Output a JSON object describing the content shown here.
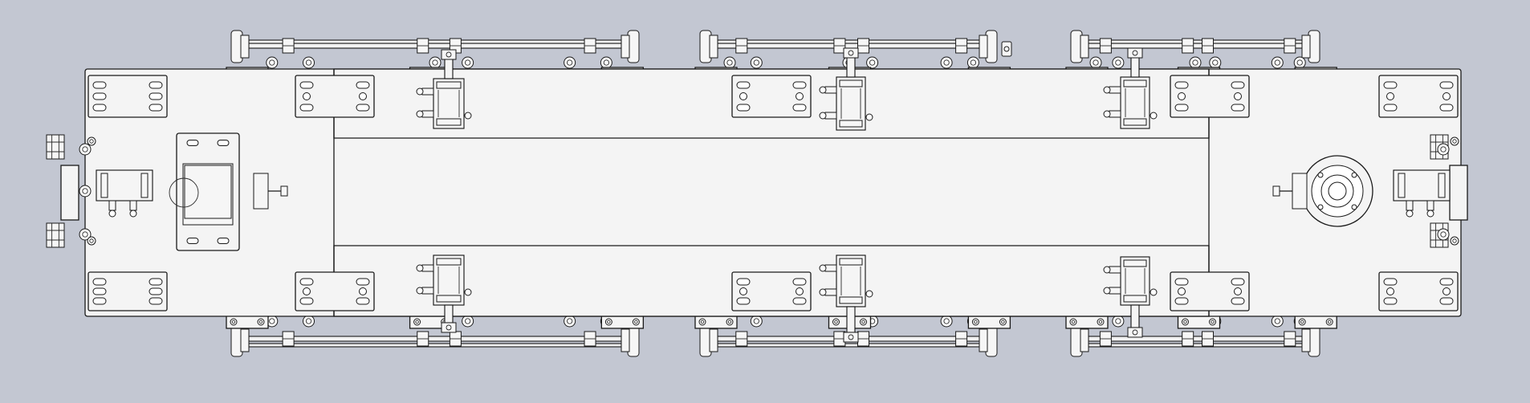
{
  "colors": {
    "background": "#c3c7d2",
    "part_fill": "#f4f4f4",
    "line": "#1a1a1a",
    "rod_highlight": "#e8e86a",
    "motor_body": "#0d0d0d"
  },
  "scene": {
    "rail_modules": [
      "left",
      "center",
      "right"
    ],
    "cylinder_stations": 6,
    "end_stations": [
      "left-motor",
      "right-flange"
    ]
  }
}
